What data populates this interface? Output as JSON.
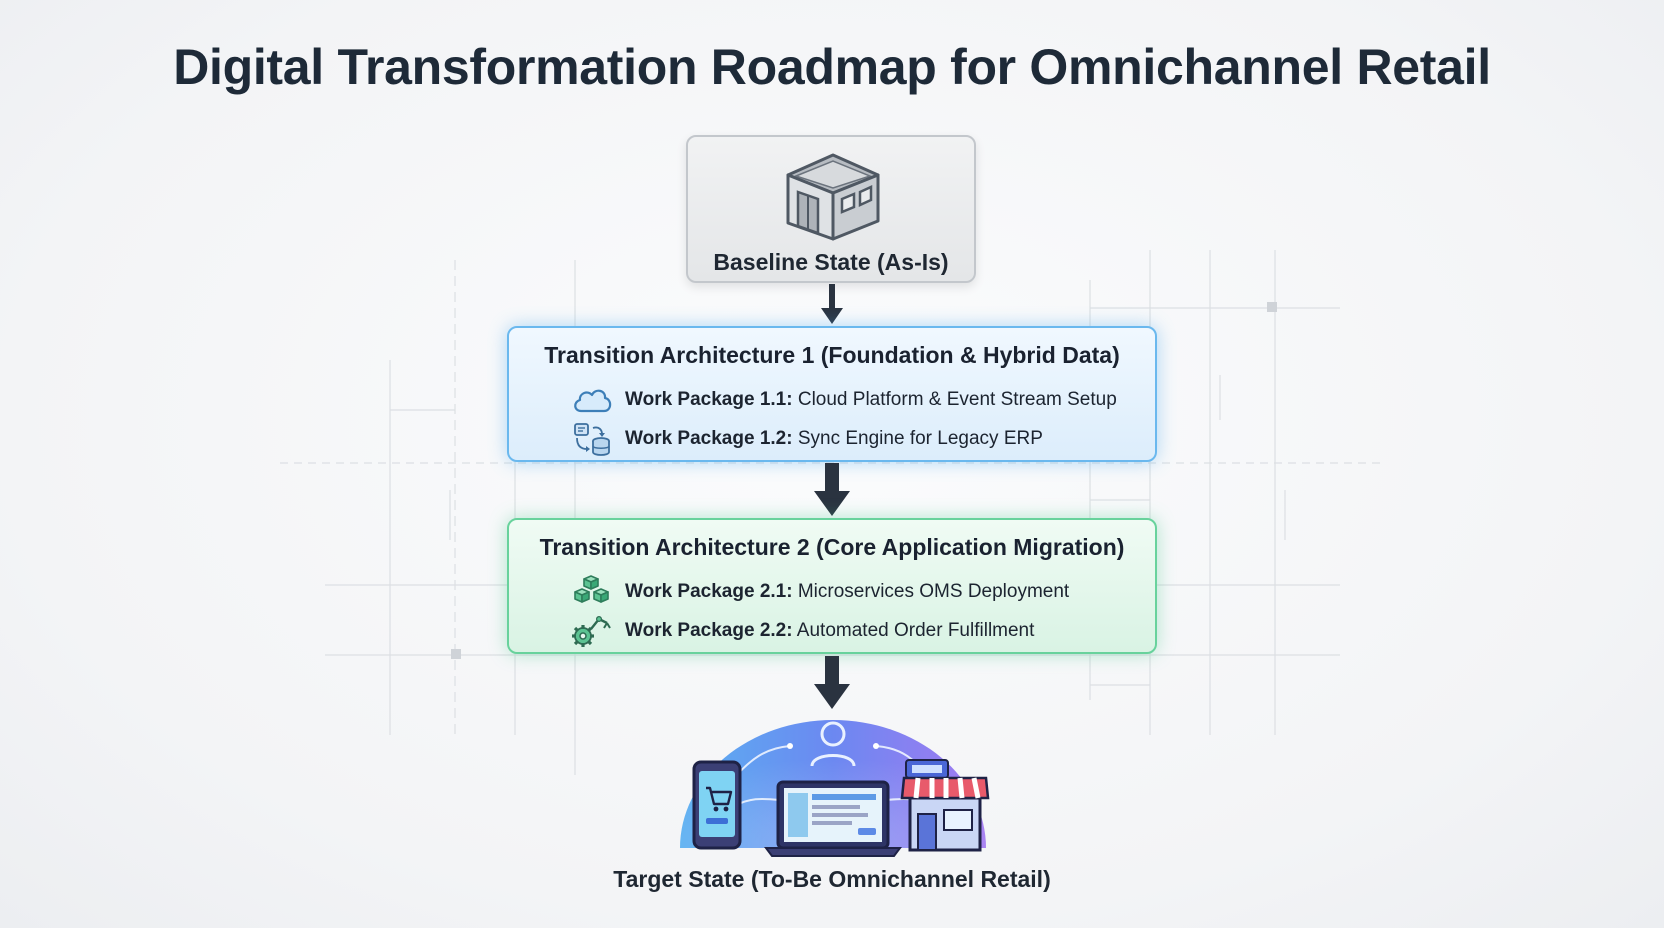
{
  "title": "Digital Transformation Roadmap for Omnichannel Retail",
  "baseline": {
    "label": "Baseline State (As-Is)",
    "icon": "warehouse-icon"
  },
  "transitions": [
    {
      "title": "Transition Architecture 1 (Foundation & Hybrid Data)",
      "accent": "#6ab8ee",
      "work_packages": [
        {
          "id": "Work Package 1.1:",
          "text": " Cloud Platform & Event Stream Setup",
          "icon": "cloud-icon"
        },
        {
          "id": "Work Package 1.2:",
          "text": " Sync Engine for Legacy ERP",
          "icon": "database-sync-icon"
        }
      ]
    },
    {
      "title": "Transition Architecture 2 (Core Application Migration)",
      "accent": "#68d29c",
      "work_packages": [
        {
          "id": "Work Package 2.1:",
          "text": " Microservices OMS Deployment",
          "icon": "microservices-cubes-icon"
        },
        {
          "id": "Work Package 2.2:",
          "text": " Automated Order Fulfillment",
          "icon": "gear-robot-arm-icon"
        }
      ]
    }
  ],
  "target": {
    "label": "Target State (To-Be Omnichannel Retail)",
    "icons": [
      "mobile-cart-icon",
      "laptop-icon",
      "storefront-icon",
      "customer-icon"
    ]
  }
}
